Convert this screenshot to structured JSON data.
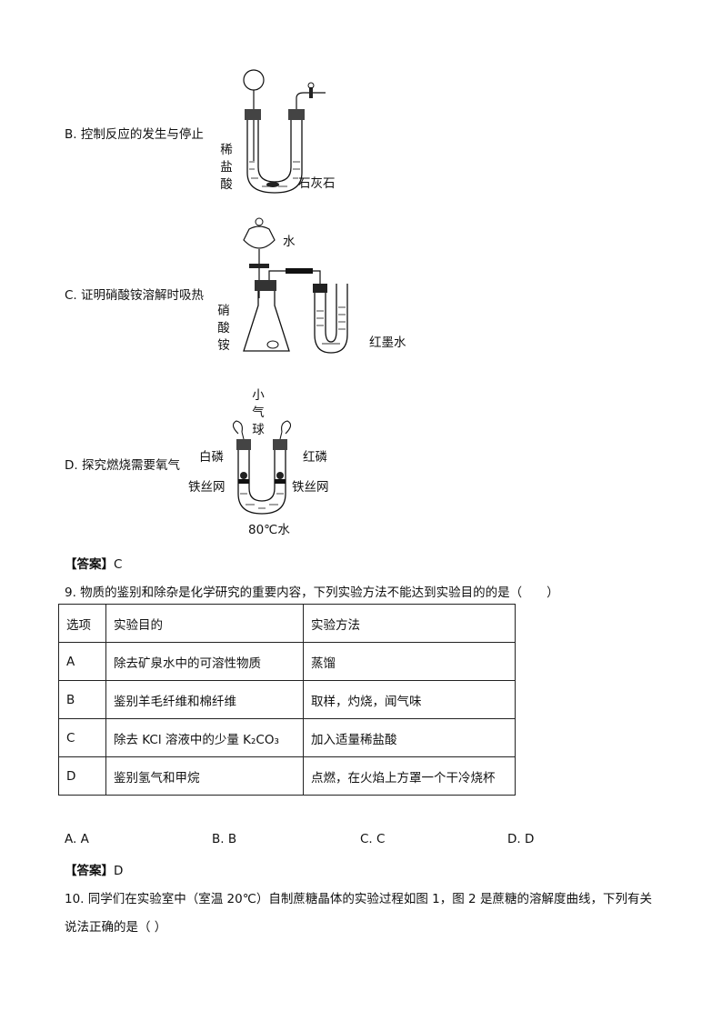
{
  "options": {
    "B": {
      "text": "B. 控制反应的发生与停止",
      "labels": {
        "left": "稀盐酸",
        "stone": "石灰石"
      }
    },
    "C": {
      "text": "C. 证明硝酸铵溶解时吸热",
      "labels": {
        "water": "水",
        "left": "硝酸铵",
        "ink": "红墨水"
      }
    },
    "D": {
      "text": "D. 探究燃烧需要氧气",
      "labels": {
        "balloon": "小气球",
        "white_p": "白磷",
        "red_p": "红磷",
        "mesh_l": "铁丝网",
        "mesh_r": "铁丝网",
        "hot_water": "80℃水"
      }
    }
  },
  "answer8": {
    "bracket": "【答案】",
    "value": "C"
  },
  "q9": {
    "stem": "9. 物质的鉴别和除杂是化学研究的重要内容，下列实验方法不能达到实验目的的是（　　）",
    "table": {
      "headers": [
        "选项",
        "实验目的",
        "实验方法"
      ],
      "rows": [
        [
          "A",
          "除去矿泉水中的可溶性物质",
          "蒸馏"
        ],
        [
          "B",
          "鉴别羊毛纤维和棉纤维",
          "取样，灼烧，闻气味"
        ],
        [
          "C",
          "除去 KCl 溶液中的少量 K₂CO₃",
          "加入适量稀盐酸"
        ],
        [
          "D",
          "鉴别氢气和甲烷",
          "点燃，在火焰上方罩一个干冷烧杯"
        ]
      ]
    },
    "choices": [
      "A. A",
      "B. B",
      "C. C",
      "D. D"
    ]
  },
  "answer9": {
    "bracket": "【答案】",
    "value": "D"
  },
  "q10": {
    "line1": "10. 同学们在实验室中（室温 20℃）自制蔗糖晶体的实验过程如图 1，图 2 是蔗糖的溶解度曲线，下列有关",
    "line2": "说法正确的是（ ）"
  }
}
